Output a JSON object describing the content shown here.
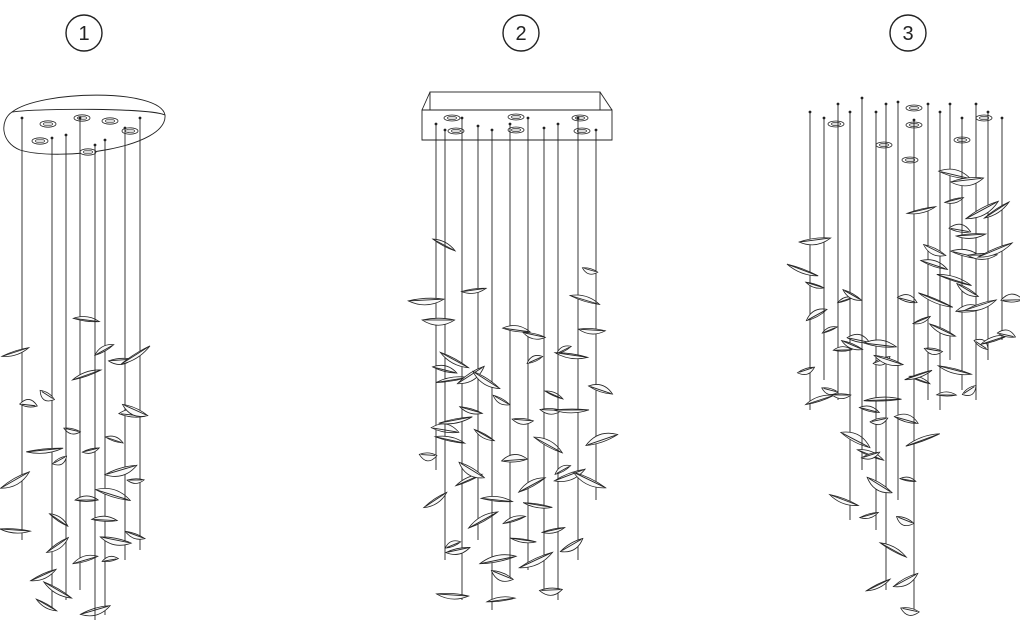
{
  "options": [
    {
      "number": "1",
      "mount_shape": "round-canopy",
      "pendant_count": 6
    },
    {
      "number": "2",
      "mount_shape": "rectangular-canopy",
      "pendant_count": 6
    },
    {
      "number": "3",
      "mount_shape": "individual-canopies",
      "pendant_count": 7
    }
  ],
  "colors": {
    "ink": "#222222",
    "background": "#ffffff"
  }
}
